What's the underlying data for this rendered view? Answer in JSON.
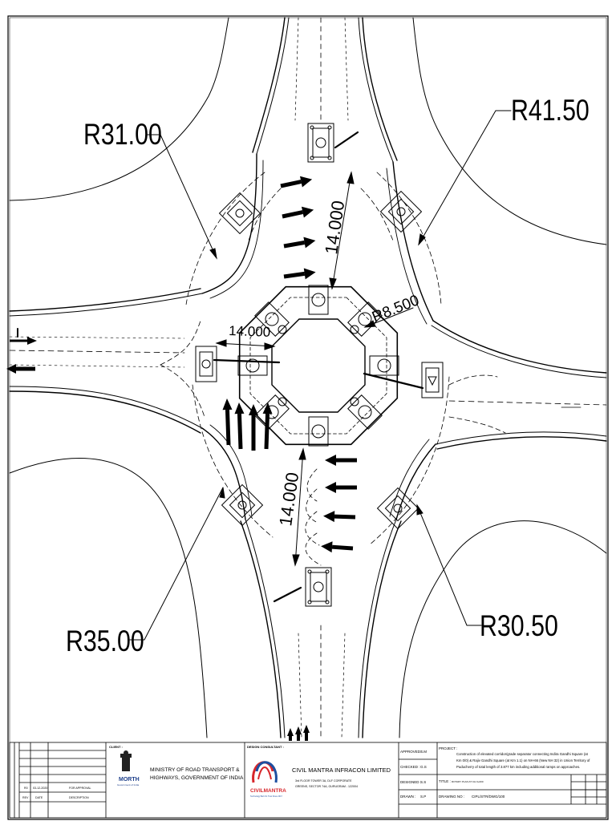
{
  "drawing": {
    "radius_labels": {
      "r_top_left": "R31.00",
      "r_top_right": "R41.50",
      "r_bottom_left": "R35.00",
      "r_bottom_right": "R30.50",
      "r_island": "R8.500"
    },
    "dimensions": {
      "dim_top": "14.000",
      "dim_left": "14.000",
      "dim_bottom": "14.000"
    }
  },
  "title_block": {
    "revisions": {
      "rows": [
        {
          "rev": "R0",
          "date": "03-12-2020",
          "description": "FOR APPROVAL"
        }
      ],
      "header": {
        "rev": "REV",
        "date": "DATE",
        "description": "DESCRIPTION"
      }
    },
    "client": {
      "label": "CLIENT :",
      "logo_text": "MORTH",
      "logo_sub": "Government of India",
      "name_line1": "MINISTRY OF ROAD TRANSPORT &",
      "name_line2": "HIGHWAYS, GOVERNMENT OF INDIA"
    },
    "consultant": {
      "label": "DESIGN CONSULTANT :",
      "logo_text": "CIVILMANTRA",
      "logo_sub": "Technology Built On Trust Since 2017",
      "name": "CIVIL MANTRA INFRACON LIMITED",
      "address_line1": "3rd FLOOR TOWER 3A, DLF CORPORATE",
      "address_line2": "GREENS, SECTOR 74A, GURUGRAM - 122004"
    },
    "signoff": [
      {
        "label": "APPROVED :",
        "value": "S.M"
      },
      {
        "label": "CHECKED :",
        "value": "G.S"
      },
      {
        "label": "DESIGNED :",
        "value": "S.S"
      },
      {
        "label": "DRAWN :",
        "value": "S.P"
      }
    ],
    "project": {
      "label": "PROJECT :",
      "line1": "Construction of elevated corridor/grade separator connecting Indira Gandhi Square (at",
      "line2": "Km 0/0) & Rajiv Gandhi Square (at Km 1.1) on NH-66 (New NH 32) in Union Territory of",
      "line3": "Puducherry of total length of 3.877 km including additional ramps on approaches."
    },
    "title": {
      "label": "TITLE :",
      "value": "ROTARY PLAN AT CH 0+000"
    },
    "drawing_no": {
      "label": "DRAWING NO :",
      "value": "CIPL/STR/DWG/100"
    }
  }
}
